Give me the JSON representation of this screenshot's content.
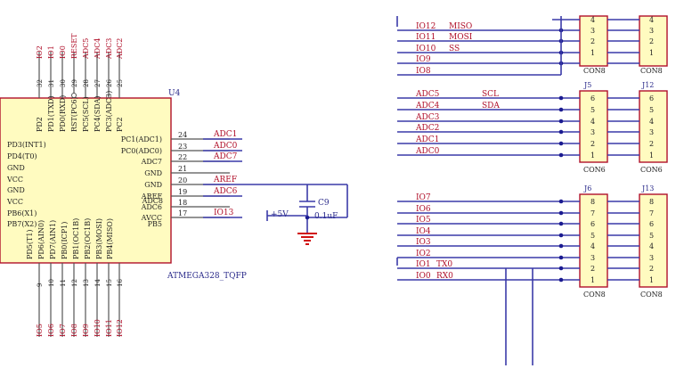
{
  "colors": {
    "wire": "#3a3aa8",
    "part_fill": "#fffbc0",
    "part_stroke": "#b0102a",
    "net_label": "#b0102a",
    "pin_text": "#222222",
    "designator": "#2a2a8a",
    "ground": "#d01010"
  },
  "chip": {
    "designator": "U4",
    "part_name": "ATMEGA328_TQFP",
    "top_pins": [
      {
        "num": "32",
        "name": "PD2",
        "net": "IO2"
      },
      {
        "num": "31",
        "name": "PD1(TXD)",
        "net": "IO1"
      },
      {
        "num": "30",
        "name": "PD0(RXD)",
        "net": "IO0"
      },
      {
        "num": "29",
        "name": "RST(PC6)",
        "net": "RESET"
      },
      {
        "num": "28",
        "name": "PC5(SCL)",
        "net": "ADC5"
      },
      {
        "num": "27",
        "name": "PC4(SDA)",
        "net": "ADC4"
      },
      {
        "num": "26",
        "name": "PC3(ADC3)",
        "net": "ADC3"
      },
      {
        "num": "25",
        "name": "PC2",
        "net": "ADC2"
      }
    ],
    "left_pins": [
      "PD3(INT1)",
      "PD4(T0)",
      "GND",
      "VCC",
      "GND",
      "VCC",
      "PB6(X1)",
      "PB7(X2)"
    ],
    "right_pins": [
      {
        "name": "PC1(ADC1)",
        "num": "24",
        "net": "ADC1"
      },
      {
        "name": "PC0(ADC0)",
        "num": "23",
        "net": "ADC0"
      },
      {
        "name": "ADC7",
        "num": "22",
        "net": "ADC7"
      },
      {
        "name": "GND",
        "num": "21",
        "net": ""
      },
      {
        "name": "GND",
        "num": "20",
        "net": "AREF"
      },
      {
        "name": "AREF",
        "num": "19",
        "net": "ADC6"
      },
      {
        "name": "ADC6",
        "num": "18",
        "net": ""
      },
      {
        "name": "AVCC",
        "num": "17",
        "net": "IO13"
      },
      {
        "name": "PB5",
        "num": "",
        "net": ""
      }
    ],
    "bottom_pins": [
      {
        "num": "9",
        "name": "PD5(T1)",
        "net": "IO5"
      },
      {
        "num": "10",
        "name": "PD6(AIN0)",
        "net": "IO6"
      },
      {
        "num": "11",
        "name": "PD7(AIN1)",
        "net": "IO7"
      },
      {
        "num": "12",
        "name": "PB0(ICP1)",
        "net": "IO8"
      },
      {
        "num": "13",
        "name": "PB1(OC1B)",
        "net": "IO9"
      },
      {
        "num": "14",
        "name": "PB2(OC1B)",
        "net": "IO10"
      },
      {
        "num": "15",
        "name": "PB3(MOSI)",
        "net": "IO11"
      },
      {
        "num": "16",
        "name": "PB4(MISO)",
        "net": "IO12"
      }
    ],
    "overlap_labels": [
      "ADC8",
      "ADC8"
    ]
  },
  "capacitor": {
    "designator": "C9",
    "value": "0.1uF",
    "supply": "+5V"
  },
  "header_top": {
    "labels": [
      "IO12",
      "IO11",
      "IO10",
      "IO9",
      "IO8"
    ],
    "functions": [
      "MISO",
      "MOSI",
      "SS",
      "",
      ""
    ],
    "pins_left": [
      "4",
      "3",
      "2",
      "1"
    ],
    "pins_right": [
      "4",
      "3",
      "2",
      "1"
    ],
    "name_left": "CON8",
    "name_right": "CON8"
  },
  "header_mid": {
    "designator_left": "J5",
    "designator_right": "J12",
    "labels": [
      "ADC5",
      "ADC4",
      "ADC3",
      "ADC2",
      "ADC1",
      "ADC0"
    ],
    "functions": [
      "SCL",
      "SDA",
      "",
      "",
      "",
      ""
    ],
    "pins_left": [
      "6",
      "5",
      "4",
      "3",
      "2",
      "1"
    ],
    "pins_right": [
      "6",
      "5",
      "4",
      "3",
      "2",
      "1"
    ],
    "name_left": "CON6",
    "name_right": "CON6"
  },
  "header_bot": {
    "designator_left": "J6",
    "designator_right": "J13",
    "labels": [
      "IO7",
      "IO6",
      "IO5",
      "IO4",
      "IO3",
      "IO2",
      "IO1",
      "IO0"
    ],
    "functions": [
      "",
      "",
      "",
      "",
      "",
      "",
      "TX0",
      "RX0"
    ],
    "pins_left": [
      "8",
      "7",
      "6",
      "5",
      "4",
      "3",
      "2",
      "1"
    ],
    "pins_right": [
      "8",
      "7",
      "6",
      "5",
      "4",
      "3",
      "2",
      "1"
    ],
    "name_left": "CON8",
    "name_right": "CON8"
  }
}
